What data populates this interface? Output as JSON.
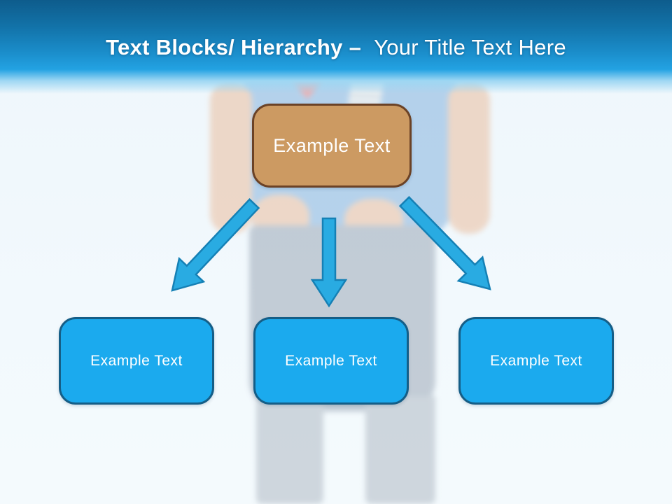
{
  "header": {
    "title_bold": "Text Blocks/ Hierarchy –",
    "title_regular": "Your Title Text Here"
  },
  "hierarchy": {
    "root": {
      "label": "Example Text"
    },
    "children": [
      {
        "label": "Example Text"
      },
      {
        "label": "Example Text"
      },
      {
        "label": "Example Text"
      }
    ]
  },
  "icons": {
    "connectors": [
      "arrow-down-left-icon",
      "arrow-down-icon",
      "arrow-down-right-icon"
    ]
  },
  "colors": {
    "header_top": "#0e5c8c",
    "header_bottom": "#23a2e2",
    "root_fill": "#cc9a62",
    "root_border": "#6b4226",
    "child_fill": "#1baaee",
    "child_border": "#155e87",
    "arrow_fill": "#29abe2",
    "arrow_stroke": "#1580b5",
    "title_text": "#ffffff",
    "node_text": "#ffffff"
  }
}
